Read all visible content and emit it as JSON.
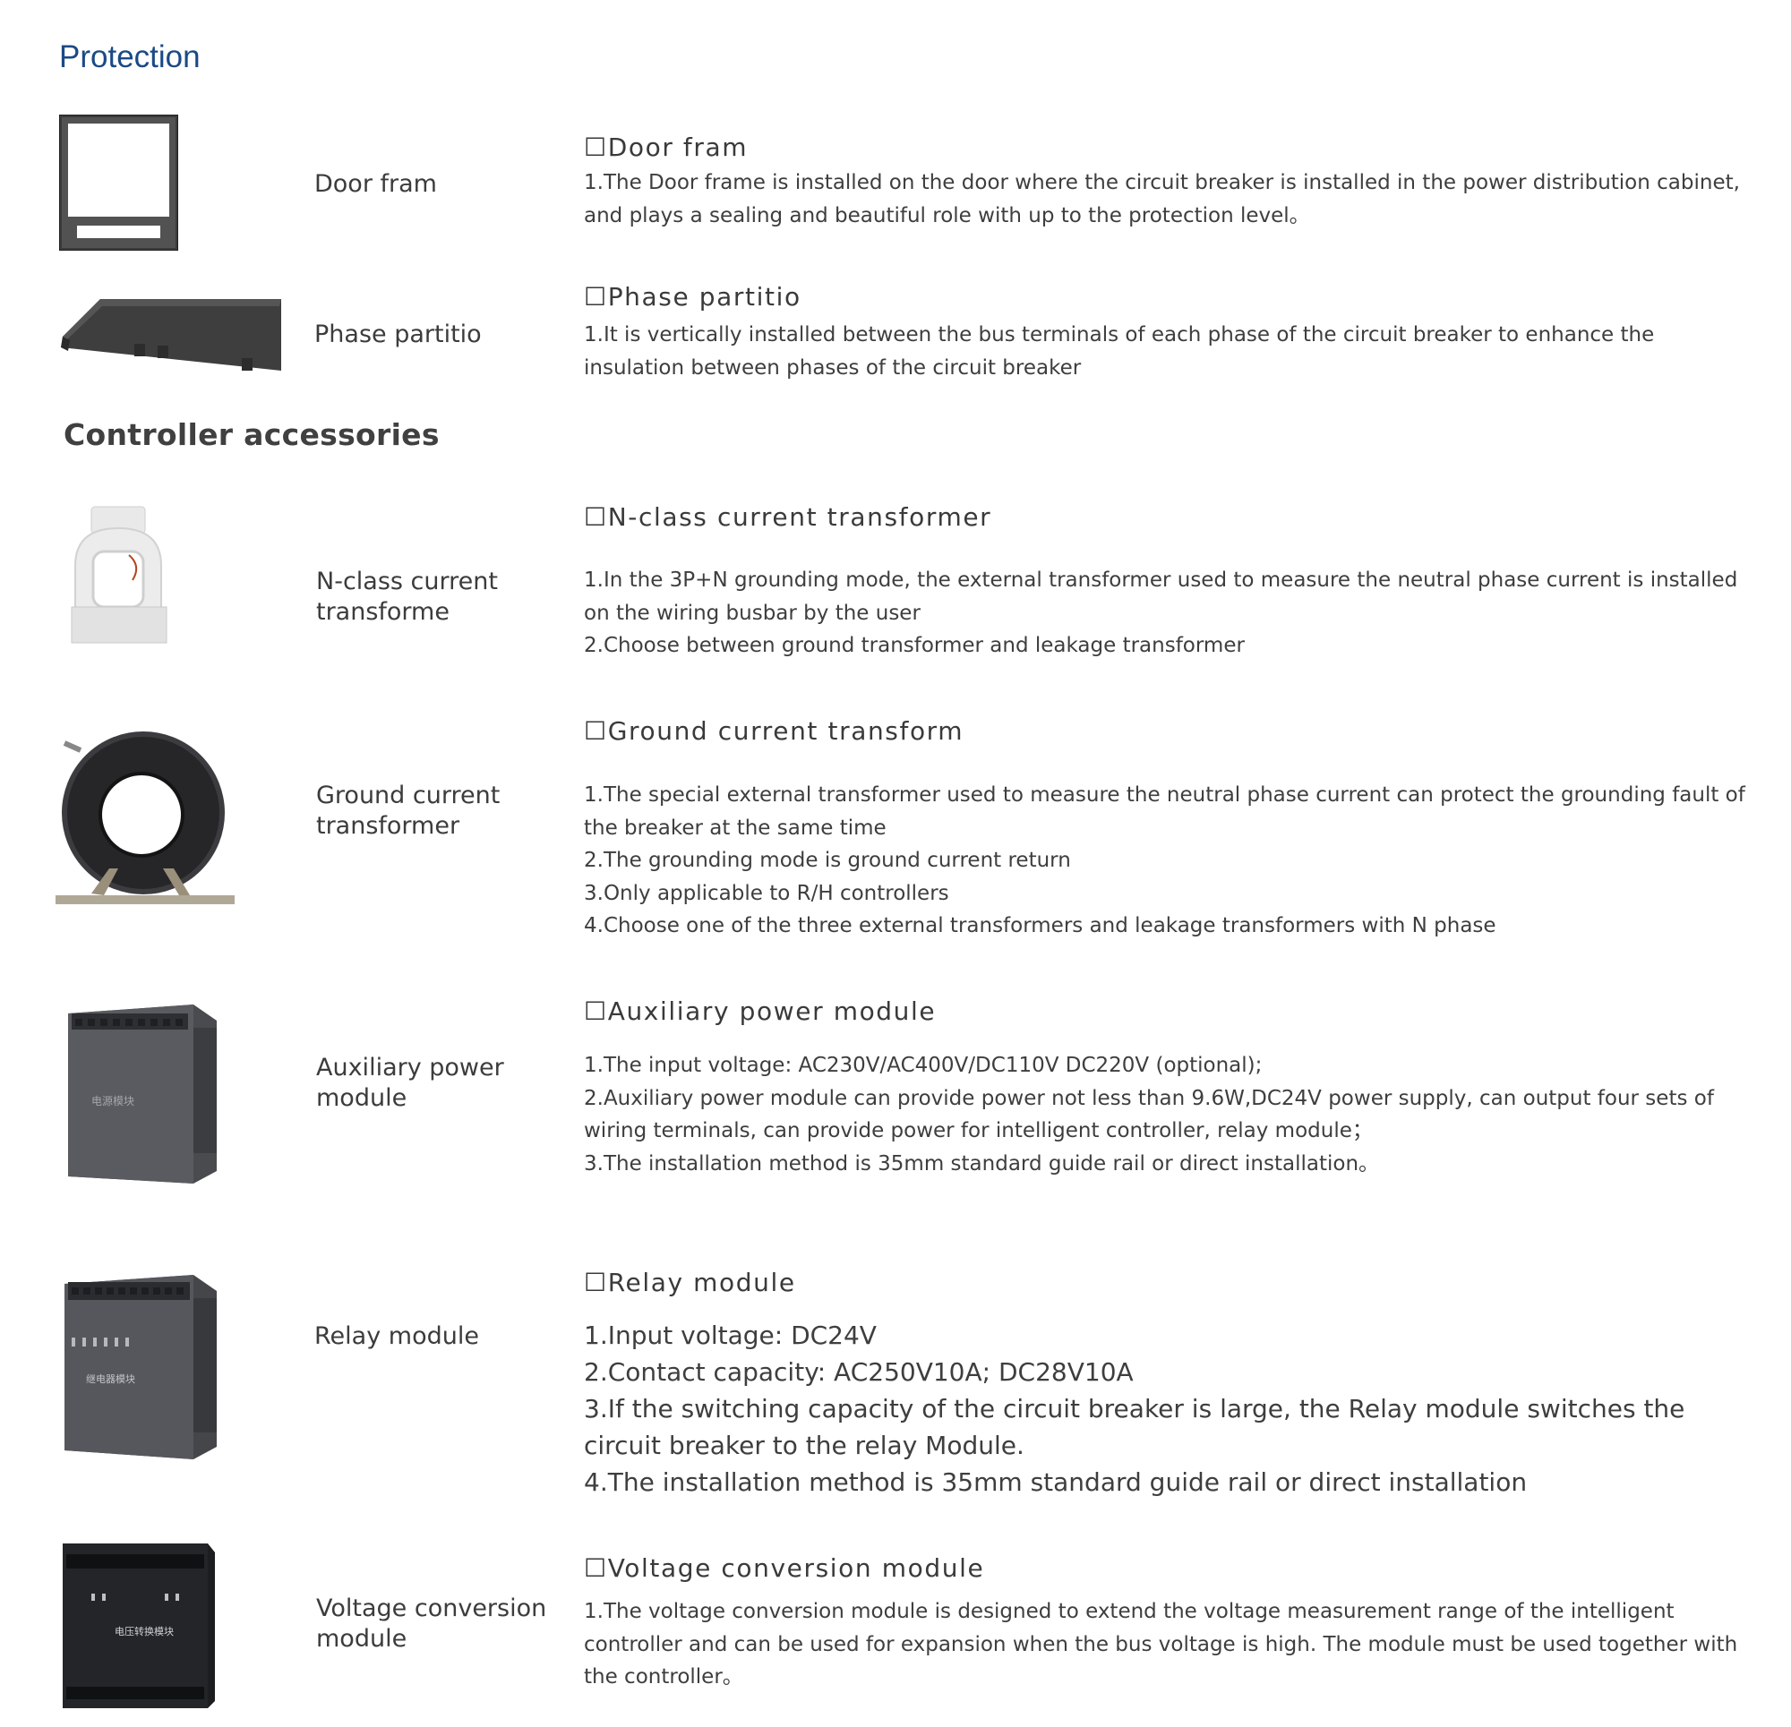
{
  "sections": {
    "protection": "Protection",
    "controller": "Controller accessories"
  },
  "items": {
    "door_frame": {
      "name": "Door fram",
      "heading": "☐Door fram",
      "lines": [
        "1.The Door frame is installed on the door where the circuit breaker is installed in the power distribution cabinet, and plays a sealing and beautiful role with up to the protection level。"
      ]
    },
    "phase_partition": {
      "name": "Phase partitio",
      "heading": "☐Phase partitio",
      "lines": [
        "1.It is vertically installed between the bus terminals of each phase of the circuit breaker to enhance the insulation between phases of the circuit breaker"
      ]
    },
    "n_class": {
      "name": "N-class current transforme",
      "heading": "☐N-class current transformer",
      "lines": [
        "1.In the 3P+N grounding mode, the external transformer used to measure the neutral phase current is installed on the wiring busbar by the user",
        "2.Choose between ground transformer and leakage transformer"
      ]
    },
    "ground_ct": {
      "name": "Ground current transformer",
      "heading": "☐Ground current transform",
      "lines": [
        "1.The special external transformer used to measure the neutral phase current can protect the grounding fault of the breaker at the same time",
        "2.The grounding mode is ground current return",
        "3.Only applicable to R/H controllers",
        "4.Choose one of the three external transformers and leakage transformers with N phase"
      ]
    },
    "aux_power": {
      "name": "Auxiliary power module",
      "heading": "☐Auxiliary power module",
      "device_label": "电源模块",
      "lines": [
        "1.The input voltage: AC230V/AC400V/DC110V DC220V (optional);",
        "2.Auxiliary power module can provide power not less than 9.6W,DC24V power supply, can output four sets of wiring terminals, can provide power for intelligent controller, relay module；",
        "3.The installation method is 35mm standard guide rail or direct installation。"
      ]
    },
    "relay": {
      "name": "Relay module",
      "heading": "☐Relay module",
      "device_label": "继电器模块",
      "lines": [
        "1.Input voltage: DC24V",
        "2.Contact capacity: AC250V10A; DC28V10A",
        "3.If the switching capacity of the circuit breaker is large, the Relay module switches the circuit breaker to the relay Module.",
        "4.The installation method is 35mm standard guide rail or direct installation"
      ]
    },
    "voltage_conv": {
      "name": "Voltage conversion module",
      "heading": "☐Voltage conversion module",
      "device_label": "电压转换模块",
      "lines": [
        "1.The voltage conversion module is designed to extend the voltage measurement range of the intelligent controller and can be used for expansion when the bus voltage is high. The module must be used together with the controller。"
      ]
    }
  }
}
